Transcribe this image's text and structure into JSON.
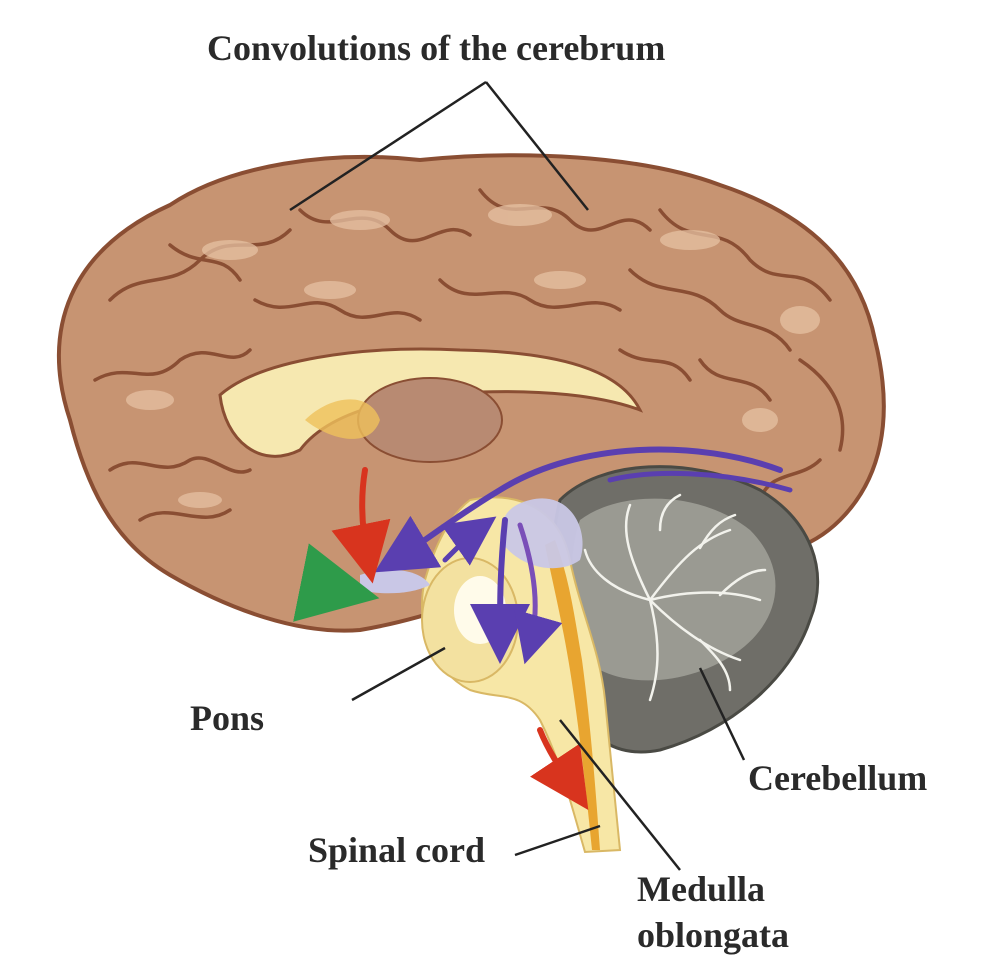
{
  "labels": {
    "convolutions": "Convolutions of the cerebrum",
    "pons": "Pons",
    "cerebellum": "Cerebellum",
    "spinal_cord": "Spinal cord",
    "medulla_line1": "Medulla",
    "medulla_line2": "oblongata"
  },
  "colors": {
    "cerebrum": "#C79472",
    "cerebrum_outline": "#8A4E33",
    "cerebrum_highlight": "#E6C1A3",
    "inner_region": "#F6E8B0",
    "thalamus": "#B88A72",
    "brainstem": "#F7E7A6",
    "brainstem_core": "#E8A530",
    "cerebellum": "#6F6E68",
    "cerebellum_inner": "#9A9A92",
    "arrow_purple": "#5A3FB0",
    "arrow_red": "#D8341E",
    "arrow_green": "#2E9B4A",
    "leader_line": "#222222"
  }
}
